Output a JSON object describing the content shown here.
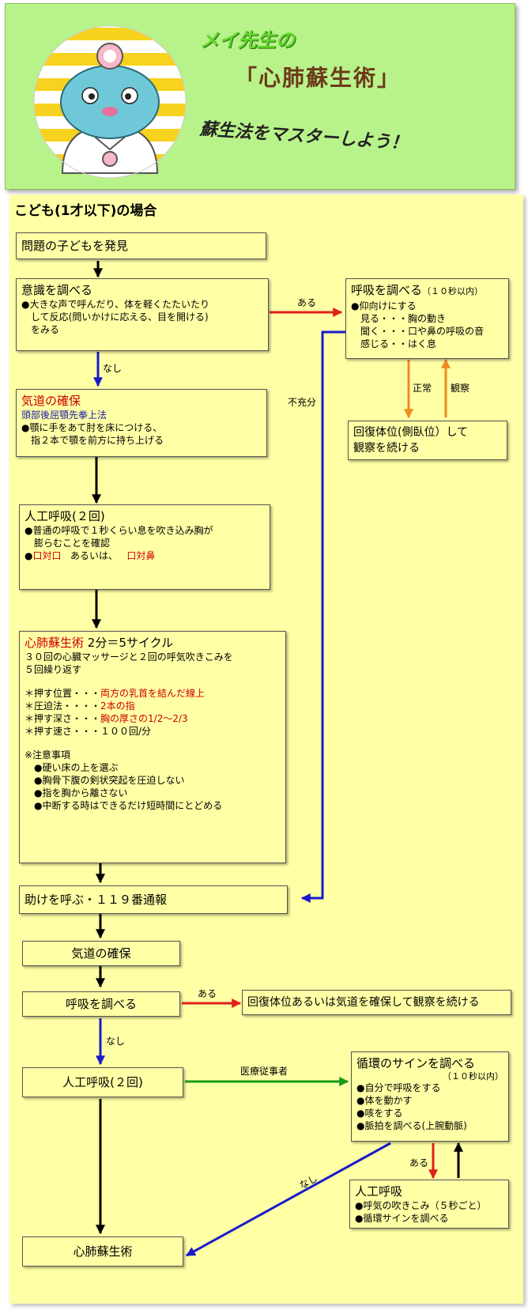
{
  "header": {
    "title_line1": "メイ先生の",
    "title_line2": "「心肺蘇生術」",
    "tagline": "蘇生法をマスターしよう！"
  },
  "section_title": "こども(1才以下)の場合",
  "boxes": {
    "discover": "問題の子どもを発見",
    "consciousness": {
      "title": "意識を調べる",
      "lines": [
        "●大きな声で呼んだり、体を軽くたたいたり",
        "　して反応(問いかけに応える、目を開ける)",
        "　をみる"
      ]
    },
    "airway1": {
      "title": "気道の確保",
      "sub": "頭部後屈顎先拳上法",
      "lines": [
        "●顎に手をあて肘を床につける、",
        "　指２本で顎を前方に持ち上げる"
      ]
    },
    "breath_check1": {
      "title": "呼吸を調べる",
      "note": "（１０秒以内）",
      "lines": [
        "●仰向けにする",
        "　見る・・・胸の動き",
        "　聞く・・・口や鼻の呼吸の音",
        "　感じる・・はく息"
      ]
    },
    "recovery1": {
      "lines": [
        "回復体位(側臥位）して",
        "観察を続ける"
      ]
    },
    "rescue_breath1": {
      "title": "人工呼吸(２回)",
      "lines": [
        "●普通の呼吸で１秒くらい息を吹き込み胸が",
        "　膨らむことを確認"
      ],
      "opt_a": "口対口",
      "opt_mid": "あるいは、",
      "opt_b": "口対鼻"
    },
    "cpr": {
      "title_red": "心肺蘇生術",
      "title_rest": "2分＝5サイクル",
      "lines": [
        "３０回の心臓マッサージと２回の呼気吹きこみを",
        "５回繰り返す"
      ],
      "p1_label": "＊押す位置・・・",
      "p1_val": "両方の乳首を結んだ線上",
      "p2_label": "＊圧迫法・・・・",
      "p2_val": "2本の指",
      "p3_label": "＊押す深さ・・・",
      "p3_val": "胸の厚さの1/2～2/3",
      "p4_label": "＊押す速さ・・・１００回/分",
      "caution_title": "※注意事項",
      "cautions": [
        "　●硬い床の上を選ぶ",
        "　●胸骨下腹の剣状突起を圧迫しない",
        "　●指を胸から離さない",
        "　●中断する時はできるだけ短時間にとどめる"
      ]
    },
    "call119": "助けを呼ぶ・１１９番通報",
    "airway2": "気道の確保",
    "breath_check2": "呼吸を調べる",
    "recovery2": "回復体位あるいは気道を確保して観察を続ける",
    "rescue_breath2": "人工呼吸(２回)",
    "circulation": {
      "title": "循環のサインを調べる",
      "note": "（１０秒以内）",
      "lines": [
        "●自分で呼吸をする",
        "●体を動かす",
        "●咳をする",
        "●脈拍を調べる(上腕動脈)"
      ]
    },
    "rescue_breath3": {
      "title": "人工呼吸",
      "lines": [
        "●呼気の吹きこみ（５秒ごと）",
        "●循環サインを調べる"
      ]
    },
    "cpr2": "心肺蘇生術"
  },
  "labels": {
    "aru1": "ある",
    "nashi1": "なし",
    "insufficient": "不充分",
    "normal": "正常",
    "observe": "観察",
    "aru2": "ある",
    "nashi2": "なし",
    "medical": "医療従事者",
    "aru3": "ある",
    "nashi3": "なし"
  },
  "colors": {
    "header_bg": "#b8f28a",
    "panel_bg": "#ffffa6",
    "arrow_black": "#000000",
    "arrow_red": "#e0201a",
    "arrow_blue": "#1a1acc",
    "arrow_orange": "#f08a20",
    "arrow_green": "#1a9a1a"
  }
}
